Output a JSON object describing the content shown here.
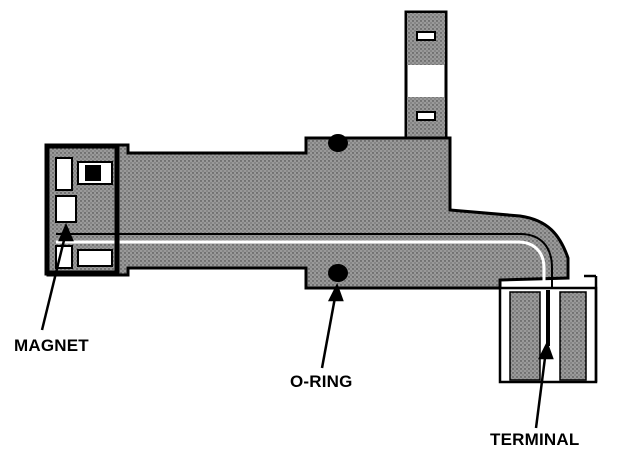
{
  "labels": {
    "magnet": "MAGNET",
    "o_ring": "O-RING",
    "terminal": "TERMINAL"
  },
  "colors": {
    "ink": "#000000",
    "paper": "#ffffff",
    "body_fill": "#8c8c8c"
  }
}
